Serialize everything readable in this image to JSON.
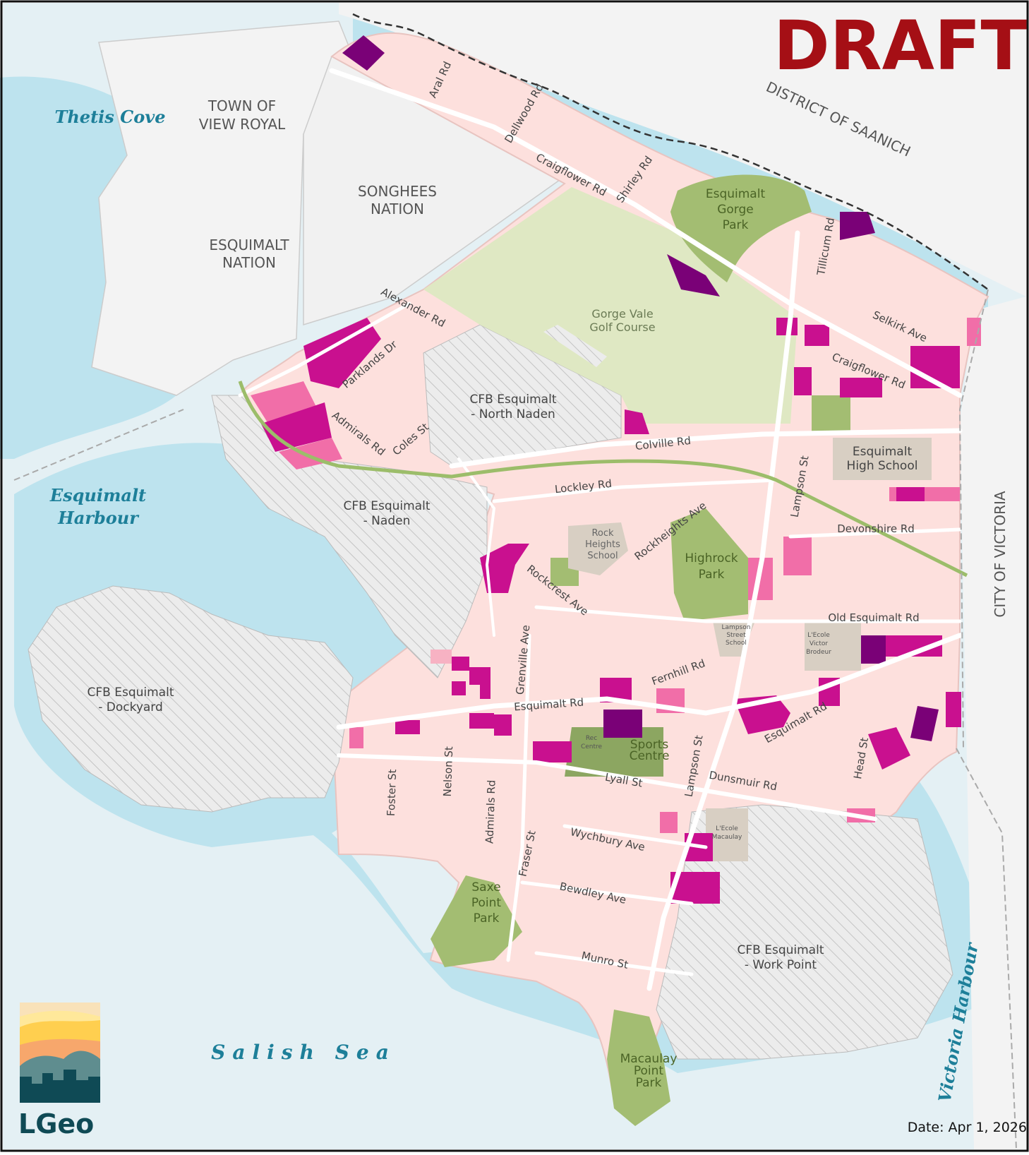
{
  "title": "DRAFT",
  "date": "Date: Apr 1, 2026",
  "logo_text": "LGeo",
  "jurisdictions": {
    "view_royal": [
      "TOWN OF",
      "VIEW ROYAL"
    ],
    "songhees": [
      "SONGHEES",
      "NATION"
    ],
    "esquimalt_nation": [
      "ESQUIMALT",
      "NATION"
    ],
    "saanich": "DISTRICT OF SAANICH",
    "victoria": "CITY OF VICTORIA"
  },
  "water": {
    "thetis": "Thetis Cove",
    "esq_harbour": [
      "Esquimalt",
      "Harbour"
    ],
    "salish": "Salish Sea",
    "victoria_harbour": "Victoria Harbour"
  },
  "bases": {
    "north_naden": [
      "CFB Esquimalt",
      "- North Naden"
    ],
    "naden": [
      "CFB Esquimalt",
      "- Naden"
    ],
    "dockyard": [
      "CFB Esquimalt",
      "- Dockyard"
    ],
    "work_point": [
      "CFB Esquimalt",
      "- Work Point"
    ]
  },
  "parks": {
    "gorge": [
      "Esquimalt",
      "Gorge",
      "Park"
    ],
    "highrock": [
      "Highrock",
      "Park"
    ],
    "saxe": [
      "Saxe",
      "Point",
      "Park"
    ],
    "macaulay": [
      "Macaulay",
      "Point",
      "Park"
    ],
    "golf": [
      "Gorge Vale",
      "Golf Course"
    ]
  },
  "places": {
    "high_school": [
      "Esquimalt",
      "High School"
    ],
    "rock_heights": [
      "Rock",
      "Heights",
      "School"
    ],
    "lampson_school": [
      "Lampson",
      "Street",
      "School"
    ],
    "victor_brodeur": [
      "L'Ecole",
      "Victor",
      "Brodeur"
    ],
    "macaulay_school": [
      "L'Ecole",
      "Macaulay"
    ],
    "rec_centre": [
      "Rec",
      "Centre"
    ],
    "sports_centre": [
      "Sports",
      "Centre"
    ]
  },
  "streets": {
    "aral": "Aral Rd",
    "dellwood": "Dellwood Rd",
    "craigflower_w": "Craigflower Rd",
    "shirley": "Shirley Rd",
    "tillicum": "Tillicum Rd",
    "selkirk": "Selkirk Ave",
    "craigflower_e": "Craigflower Rd",
    "alexander": "Alexander Rd",
    "parklands": "Parklands Dr",
    "admirals_n": "Admirals Rd",
    "coles": "Coles St",
    "colville": "Colville Rd",
    "lampson_n": "Lampson St",
    "lockley": "Lockley Rd",
    "rockheights": "Rockheights Ave",
    "devonshire": "Devonshire Rd",
    "rockcrest": "Rockcrest Ave",
    "grenville": "Grenville Ave",
    "old_esquimalt": "Old Esquimalt Rd",
    "fernhill": "Fernhill Rd",
    "esquimalt_w": "Esquimalt Rd",
    "esquimalt_e": "Esquimalt Rd",
    "foster": "Foster St",
    "nelson": "Nelson St",
    "admirals_s": "Admirals Rd",
    "lampson_s": "Lampson St",
    "lyall": "Lyall St",
    "dunsmuir": "Dunsmuir Rd",
    "head": "Head St",
    "wychbury": "Wychbury Ave",
    "fraser": "Fraser St",
    "bewdley": "Bewdley Ave",
    "munro": "Munro St"
  },
  "colors": {
    "water": "#bde3ee",
    "land": "#f4f4f4",
    "residential": "#fde0dd",
    "light_pink": "#f7b2c3",
    "pink": "#f16ea8",
    "magenta": "#c9108f",
    "purple": "#7a0177",
    "park": "#a3bd72",
    "golf": "#dfe8c3",
    "base_hatch": "#c9c9c9",
    "school": "#d8cfc3",
    "draft_red": "#a50f15"
  }
}
